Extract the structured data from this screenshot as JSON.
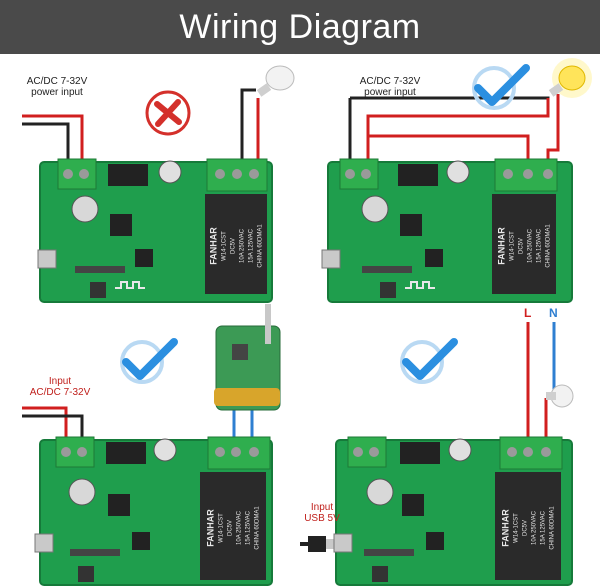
{
  "title": "Wiring Diagram",
  "colors": {
    "header_bg": "#4a4a4a",
    "board": "#1f9e4d",
    "board_dark": "#167a3a",
    "terminal": "#2fae4e",
    "relay": "#2a2a2a",
    "wire_red": "#d11f1f",
    "wire_black": "#222222",
    "wire_blue": "#2f7fd1",
    "cross_red": "#d4302b",
    "check_blue": "#2b8fe0"
  },
  "relay_text": [
    "FANHAR",
    "W14-1CST",
    "DC5V",
    "10A 250VAC",
    "15A 125VAC",
    "CHINA 60DMA1"
  ],
  "panels": {
    "top_left": {
      "label_line1": "AC/DC 7-32V",
      "label_line2": "power input",
      "status_icon": "cross-icon"
    },
    "top_right": {
      "label_line1": "AC/DC 7-32V",
      "label_line2": "power input",
      "status_icon": "check-icon"
    },
    "bottom_left": {
      "label_line1": "Input",
      "label_line2": "AC/DC 7-32V",
      "status_icon": "check-icon"
    },
    "bottom_right": {
      "label_line1": "Input",
      "label_line2": "USB 5V",
      "live_label": "L",
      "neutral_label": "N",
      "status_icon": "check-icon"
    }
  }
}
